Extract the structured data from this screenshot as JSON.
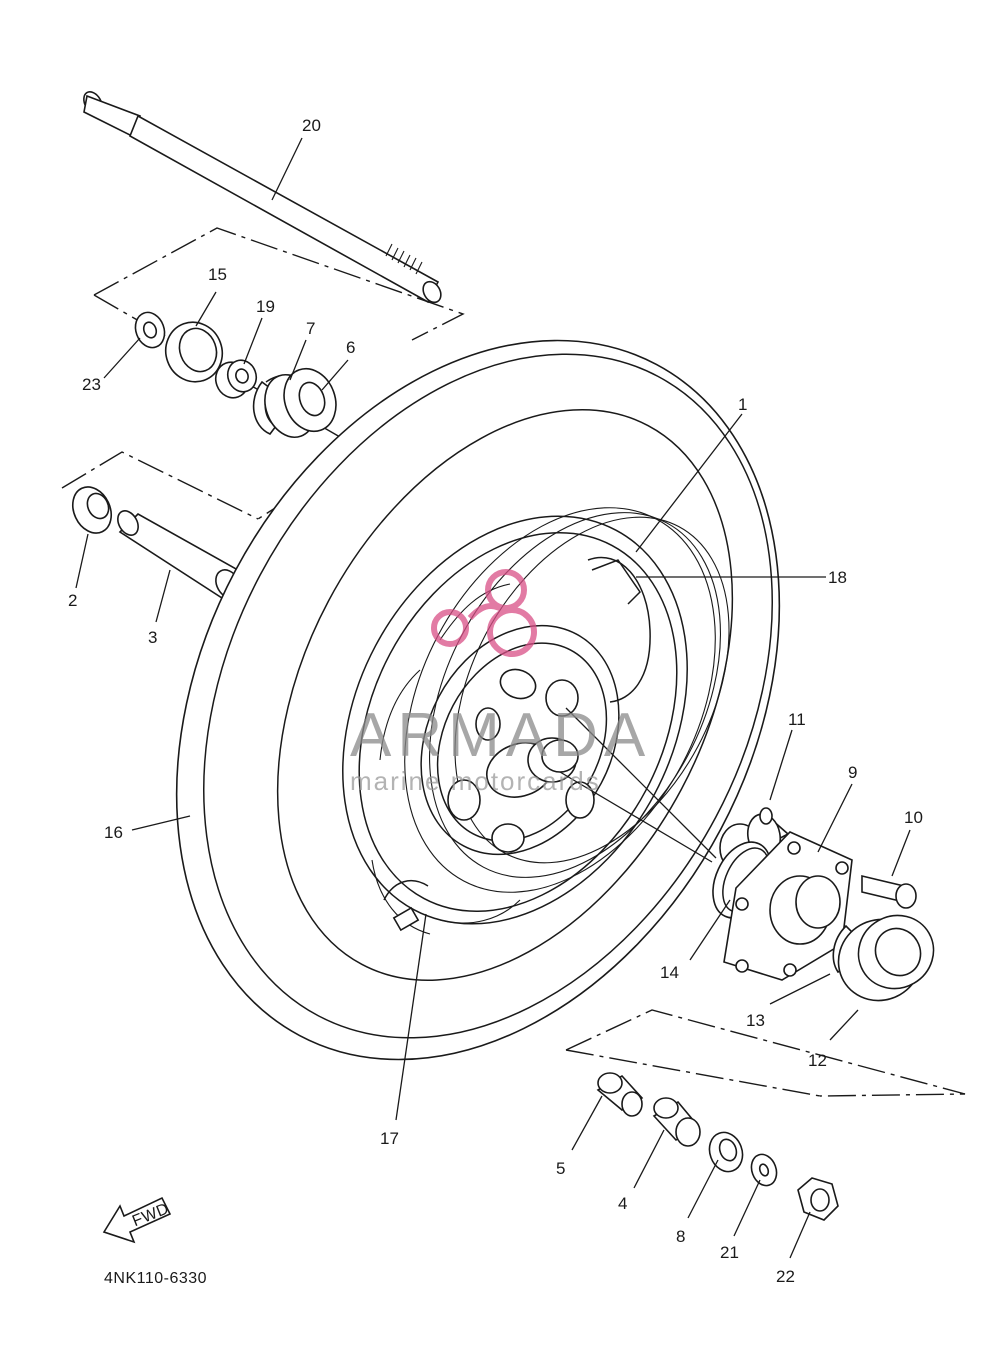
{
  "diagram": {
    "drawing_code": "4NK110-6330",
    "direction_label": "FWD",
    "callouts": [
      "1",
      "2",
      "3",
      "4",
      "5",
      "6",
      "7",
      "8",
      "9",
      "10",
      "11",
      "12",
      "13",
      "14",
      "15",
      "16",
      "17",
      "18",
      "19",
      "20",
      "21",
      "22",
      "23"
    ]
  },
  "watermark": {
    "brand": "ARMADA",
    "tagline": "marine motorcards",
    "color": "#d94f86"
  },
  "colors": {
    "line": "#1a1a1a",
    "background": "#ffffff"
  }
}
